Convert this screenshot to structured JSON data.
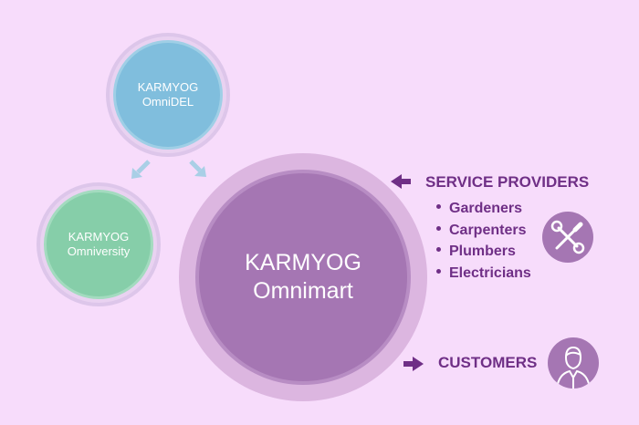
{
  "nodes": {
    "omnidel": {
      "line1": "KARMYOG",
      "line2": "OmniDEL",
      "color": "#80bedd"
    },
    "omniversity": {
      "line1": "KARMYOG",
      "line2": "Omniversity",
      "color": "#86cea9"
    },
    "omnimart": {
      "line1": "KARMYOG",
      "line2": "Omnimart",
      "color": "#a576b3"
    }
  },
  "service_providers": {
    "heading": "SERVICE PROVIDERS",
    "items": [
      "Gardeners",
      "Carpenters",
      "Plumbers",
      "Electricians"
    ],
    "icon": "tools-icon"
  },
  "customers": {
    "heading": "CUSTOMERS",
    "icon": "person-icon"
  },
  "colors": {
    "background": "#f7dcfb",
    "accent": "#6f2f86",
    "arrow_blue": "#a9cfe6"
  }
}
